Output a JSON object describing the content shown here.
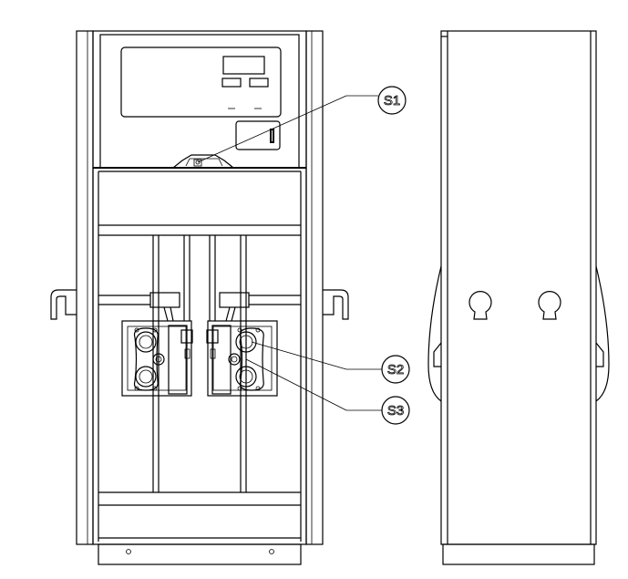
{
  "callouts": [
    {
      "id": "S1",
      "label": "S1"
    },
    {
      "id": "S2",
      "label": "S2"
    },
    {
      "id": "S3",
      "label": "S3"
    }
  ],
  "colors": {
    "line": "#000000",
    "background": "#ffffff"
  }
}
